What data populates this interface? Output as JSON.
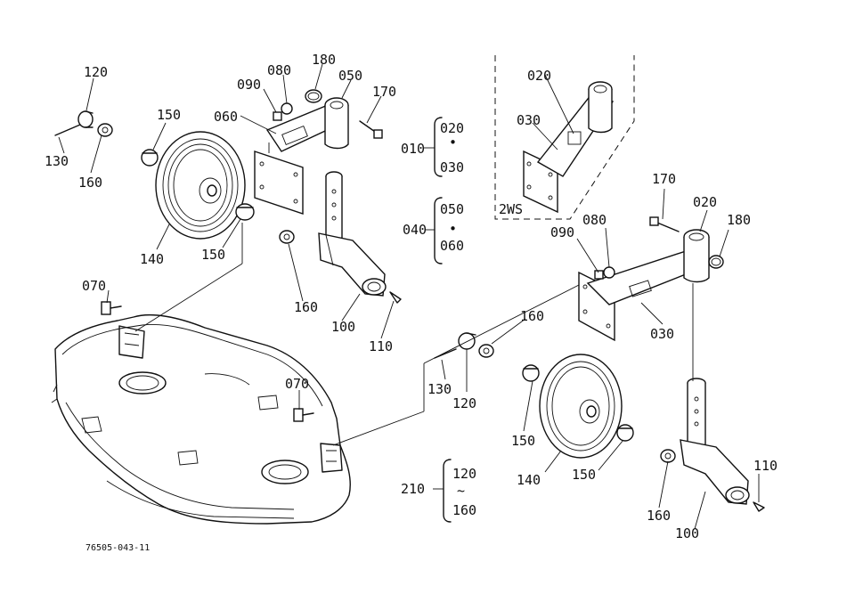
{
  "diagram": {
    "catalog_code": "76505-043-11",
    "inset_label": "2WS",
    "part_labels": [
      {
        "id": "l120a",
        "text": "120"
      },
      {
        "id": "l130a",
        "text": "130"
      },
      {
        "id": "l160a",
        "text": "160"
      },
      {
        "id": "l150a",
        "text": "150"
      },
      {
        "id": "l140a",
        "text": "140"
      },
      {
        "id": "l150b",
        "text": "150"
      },
      {
        "id": "l060a",
        "text": "060"
      },
      {
        "id": "l090a",
        "text": "090"
      },
      {
        "id": "l080a",
        "text": "080"
      },
      {
        "id": "l180a",
        "text": "180"
      },
      {
        "id": "l050a",
        "text": "050"
      },
      {
        "id": "l170a",
        "text": "170"
      },
      {
        "id": "l160b",
        "text": "160"
      },
      {
        "id": "l100a",
        "text": "100"
      },
      {
        "id": "l110a",
        "text": "110"
      },
      {
        "id": "l070a",
        "text": "070"
      },
      {
        "id": "l070b",
        "text": "070"
      },
      {
        "id": "l020a",
        "text": "020"
      },
      {
        "id": "l030a",
        "text": "030"
      },
      {
        "id": "l170b",
        "text": "170"
      },
      {
        "id": "l020b",
        "text": "020"
      },
      {
        "id": "l180b",
        "text": "180"
      },
      {
        "id": "l090b",
        "text": "090"
      },
      {
        "id": "l080b",
        "text": "080"
      },
      {
        "id": "l030b",
        "text": "030"
      },
      {
        "id": "l160c",
        "text": "160"
      },
      {
        "id": "l130b",
        "text": "130"
      },
      {
        "id": "l120b",
        "text": "120"
      },
      {
        "id": "l150c",
        "text": "150"
      },
      {
        "id": "l140b",
        "text": "140"
      },
      {
        "id": "l150d",
        "text": "150"
      },
      {
        "id": "l160d",
        "text": "160"
      },
      {
        "id": "l100b",
        "text": "100"
      },
      {
        "id": "l110b",
        "text": "110"
      }
    ],
    "groups": [
      {
        "label": "010",
        "from": "020",
        "sep": "•",
        "to": "030"
      },
      {
        "label": "040",
        "from": "050",
        "sep": "•",
        "to": "060"
      },
      {
        "label": "210",
        "from": "120",
        "sep": "~",
        "to": "160"
      }
    ]
  }
}
